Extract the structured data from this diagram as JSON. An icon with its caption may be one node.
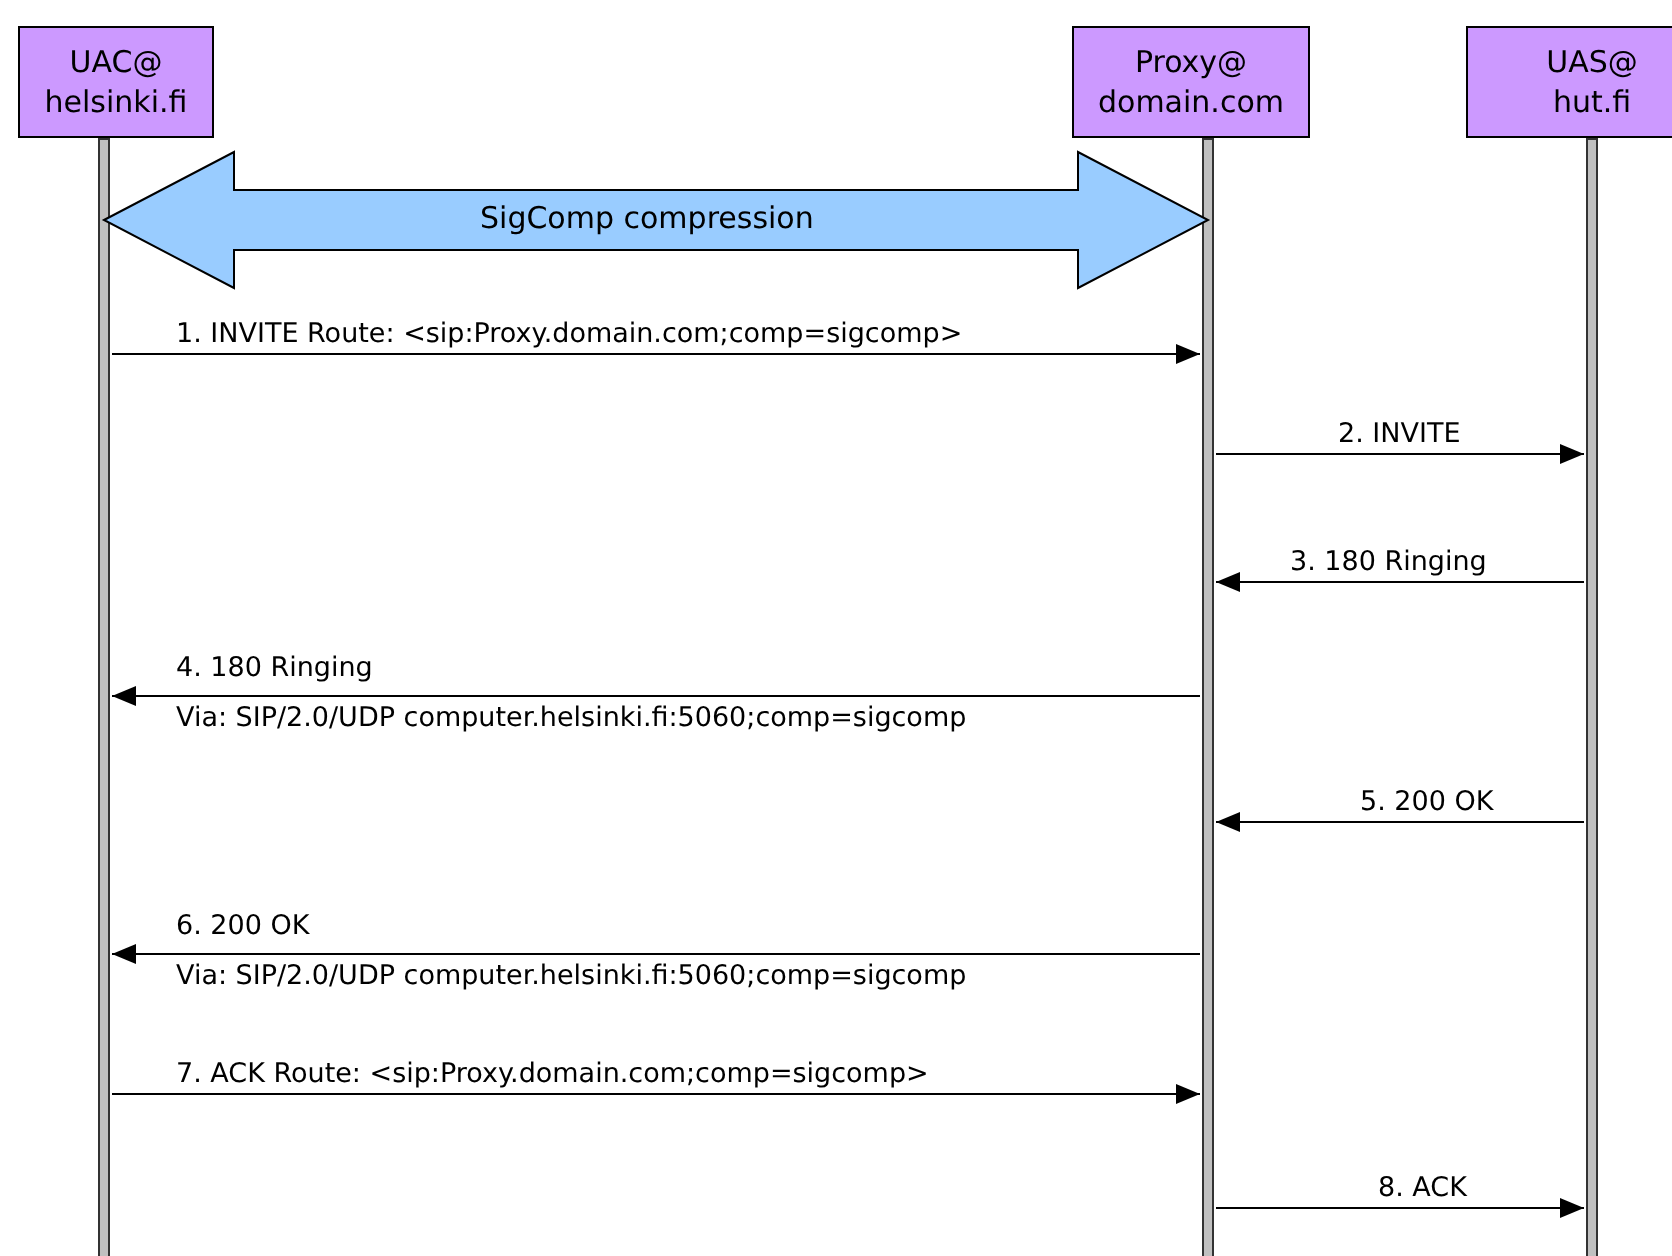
{
  "diagram": {
    "nodes": [
      {
        "text": [
          "UAC@ helsinki.fi"
        ]
      },
      {
        "text": [
          "Proxy@ domain.com"
        ]
      },
      {
        "text": [
          "UAS@ hut.fi"
        ]
      }
    ],
    "edges": [
      {
        "from": 0,
        "to": 1,
        "arrow": "both",
        "label": "SigComp compression",
        "style": "thick",
        "color": "#99ccff"
      },
      {
        "from": 0,
        "to": 1,
        "arrow": "to",
        "label": "1. INVITE Route: <sip:Proxy.domain.com;comp=sigcomp>"
      },
      {
        "from": 1,
        "to": 2,
        "arrow": "to",
        "label": "2. INVITE"
      },
      {
        "from": 2,
        "to": 1,
        "arrow": "to",
        "label": "3. 180 Ringing"
      },
      {
        "from": 1,
        "to": 0,
        "arrow": "to",
        "label": "4. 180 Ringing"
      },
      {
        "from": 2,
        "to": 1,
        "arrow": "to",
        "label": "5. 200 OK"
      },
      {
        "from": 1,
        "to": 0,
        "arrow": "to",
        "label": "6. 200 OK"
      },
      {
        "from": 0,
        "to": 1,
        "arrow": "to",
        "label": "7. ACK Route: <sip:Proxy.domain.com;comp=sigcomp>"
      },
      {
        "from": 1,
        "to": 2,
        "arrow": "to",
        "label": "8. ACK"
      }
    ],
    "labels": [
      "Via: SIP/2.0/UDP computer.helsinki.fi:5060;comp=sigcomp",
      "Via: SIP/2.0/UDP computer.helsinki.fi:5060;comp=sigcomp"
    ]
  }
}
